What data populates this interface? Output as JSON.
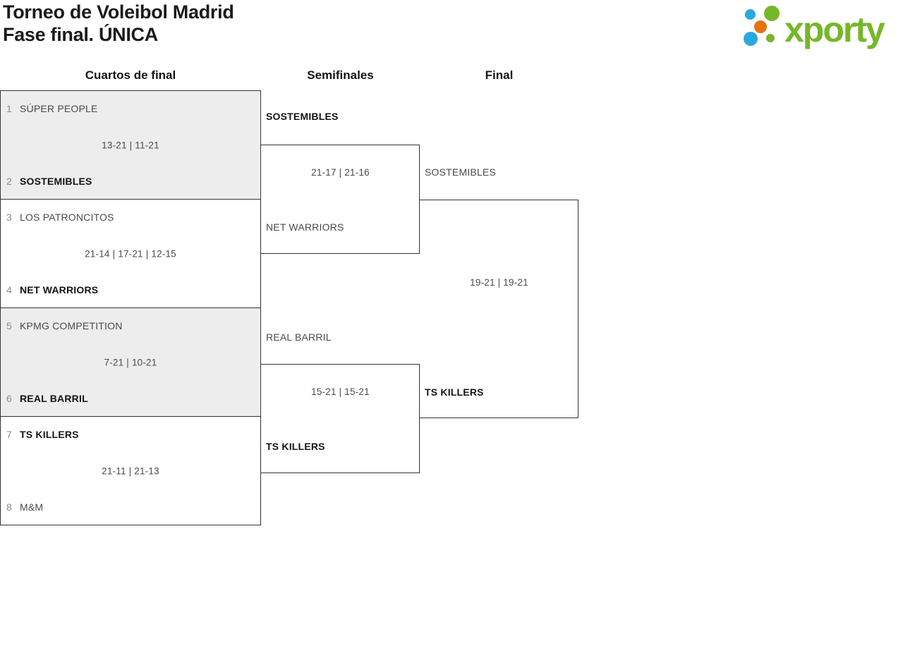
{
  "title": {
    "line1": "Torneo de Voleibol Madrid",
    "line2": "Fase final. ÚNICA"
  },
  "logo": {
    "text": "xporty",
    "colors": {
      "green": "#76b729",
      "blue": "#2aa9e0",
      "orange": "#e87211"
    }
  },
  "columns": [
    {
      "label": "Cuartos de final"
    },
    {
      "label": "Semifinales"
    },
    {
      "label": "Final"
    }
  ],
  "bracket": {
    "quarterfinals": [
      {
        "shaded": true,
        "top": {
          "seed": "1",
          "name": "SÚPER PEOPLE",
          "winner": false
        },
        "bottom": {
          "seed": "2",
          "name": "SOSTEMIBLES",
          "winner": true
        },
        "score": "13-21 | 11-21"
      },
      {
        "shaded": false,
        "top": {
          "seed": "3",
          "name": "LOS PATRONCITOS",
          "winner": false
        },
        "bottom": {
          "seed": "4",
          "name": "NET WARRIORS",
          "winner": true
        },
        "score": "21-14 | 17-21 | 12-15"
      },
      {
        "shaded": true,
        "top": {
          "seed": "5",
          "name": "KPMG COMPETITION",
          "winner": false
        },
        "bottom": {
          "seed": "6",
          "name": "REAL BARRIL",
          "winner": true
        },
        "score": "7-21 | 10-21"
      },
      {
        "shaded": false,
        "top": {
          "seed": "7",
          "name": "TS KILLERS",
          "winner": true
        },
        "bottom": {
          "seed": "8",
          "name": "M&M",
          "winner": false
        },
        "score": "21-11 | 21-13"
      }
    ],
    "semifinals": [
      {
        "top": {
          "name": "SOSTEMIBLES",
          "winner": true
        },
        "bottom": {
          "name": "NET WARRIORS",
          "winner": false
        },
        "score": "21-17 | 21-16"
      },
      {
        "top": {
          "name": "REAL BARRIL",
          "winner": false
        },
        "bottom": {
          "name": "TS KILLERS",
          "winner": true
        },
        "score": "15-21 | 15-21"
      }
    ],
    "final": [
      {
        "top": {
          "name": "SOSTEMIBLES",
          "winner": false
        },
        "bottom": {
          "name": "TS KILLERS",
          "winner": true
        },
        "score": "19-21 | 19-21"
      }
    ]
  }
}
